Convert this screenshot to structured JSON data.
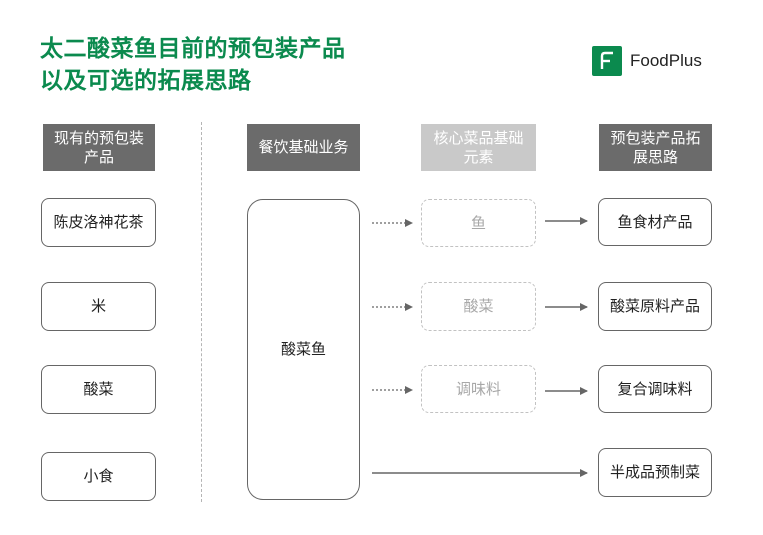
{
  "title": {
    "line1": "太二酸菜鱼目前的预包装产品",
    "line2": "以及可选的拓展思路"
  },
  "logo": {
    "text": "FoodPlus",
    "icon": "f-logo-icon",
    "color": "#0b8a4e"
  },
  "headers": {
    "existing": "现有的预包装产品",
    "business": "餐饮基础业务",
    "core": "核心菜品基础元素",
    "expansion": "预包装产品拓展思路"
  },
  "existing_products": [
    "陈皮洛神花茶",
    "米",
    "酸菜",
    "小食"
  ],
  "business": "酸菜鱼",
  "core_elements": [
    "鱼",
    "酸菜",
    "调味料"
  ],
  "expansion_products": [
    "鱼食材产品",
    "酸菜原料产品",
    "复合调味料",
    "半成品预制菜"
  ],
  "colors": {
    "accent": "#0b8a4e",
    "header_dark": "#6b6b6b",
    "header_light": "#c9c9c9"
  }
}
